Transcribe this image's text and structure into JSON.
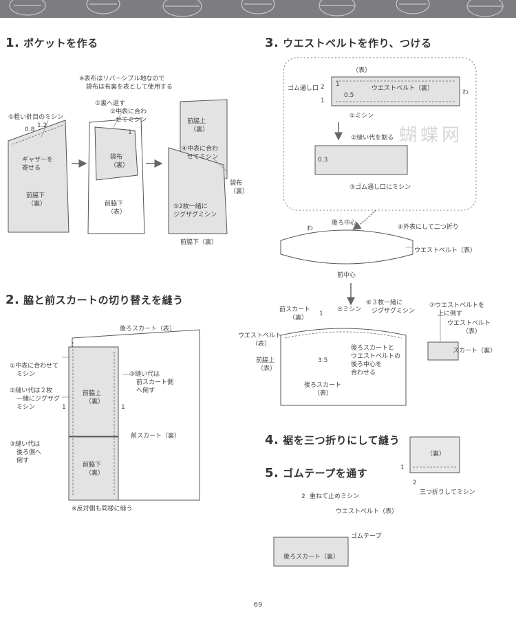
{
  "page_number": "69",
  "watermark": "蝴蝶网",
  "sections": {
    "s1": {
      "number": "1.",
      "title": "ポケットを作る",
      "note1": "※表布はリバーシブル地なので",
      "note2": "袋布は布裏を表として使用する",
      "step1": "①粗い針目のミシン",
      "dim08": "0.8",
      "dim12": "1.2",
      "gather1": "ギャザーを",
      "gather2": "寄せる",
      "maeWaki": "前脇下",
      "ura": "（裏）",
      "step2": "②裏へ返す",
      "step3a": "②中表に合わ",
      "step3b": "せてミシン",
      "one": "1",
      "fukuro": "袋布",
      "omote": "（表）",
      "waki_ue": "前脇上",
      "step4a": "④中表に合わ",
      "step4b": "せてミシン",
      "step5a": "⑤2枚一緒に",
      "step5b": "ジグザグミシン",
      "fukuro_ura": "袋布",
      "waki_shita_ura": "前脇下（裏）"
    },
    "s2": {
      "number": "2.",
      "title": "脇と前スカートの切り替えを縫う",
      "ushiro": "後ろスカート（表）",
      "c1a": "①中表に合わせて",
      "c1b": "ミシン",
      "c2a": "②縫い代は２枚",
      "c2b": "一緒にジグザグ",
      "c2c": "ミシン",
      "c3a": "③縫い代は",
      "c3b": "後ろ側へ",
      "c3c": "倒す",
      "r3a": "③縫い代は",
      "r3b": "前スカート側",
      "r3c": "へ倒す",
      "one": "1",
      "waki_ue": "前脇上",
      "ura": "（裏）",
      "mae": "前スカート（裏）",
      "waki_shita": "前脇下",
      "note": "※反対側も同様に縫う"
    },
    "s3": {
      "number": "3.",
      "title": "ウエストベルトを作り、つける",
      "omote": "（表）",
      "gomu": "ゴム通し口",
      "d2": "2",
      "d1": "1",
      "d05": "0.5",
      "belt_ura": "ウエストベルト（裏）",
      "wa": "わ",
      "step1": "①ミシン",
      "step2": "②縫い代を割る",
      "d03": "0.3",
      "step3": "③ゴム通し口にミシン",
      "ushiro_center": "後ろ中心",
      "step4": "④外表にして二つ折り",
      "belt_omote": "ウエストベルト（表）",
      "mae_center": "前中心",
      "mae_skirt": "前スカート",
      "ura": "（裏）",
      "s5": "⑤ミシン",
      "s6a": "⑥３枚一緒に",
      "s6b": "ジグザグミシン",
      "s7a": "⑦ウエストベルトを",
      "s7b": "上に倒す",
      "belt_a": "ウエストベルト",
      "belt_b": "（表）",
      "skirt_ura": "スカート（裏）",
      "waki_ue": "前脇上",
      "d35": "3.5",
      "ushiro_skirt": "後ろスカート",
      "match1": "後ろスカートと",
      "match2": "ウエストベルトの",
      "match3": "後ろ中心を",
      "match4": "合わせる"
    },
    "s4": {
      "number": "4.",
      "title": "裾を三つ折りにして縫う",
      "ura": "（裏）",
      "d1": "1",
      "d2": "2",
      "caption": "三つ折りしてミシン"
    },
    "s5": {
      "number": "5.",
      "title": "ゴムテープを通す",
      "d2": "2",
      "overlap": "重ねて止めミシン",
      "belt": "ウエストベルト（表）",
      "tape": "ゴムテープ",
      "skirt": "後ろスカート（裏）"
    }
  }
}
